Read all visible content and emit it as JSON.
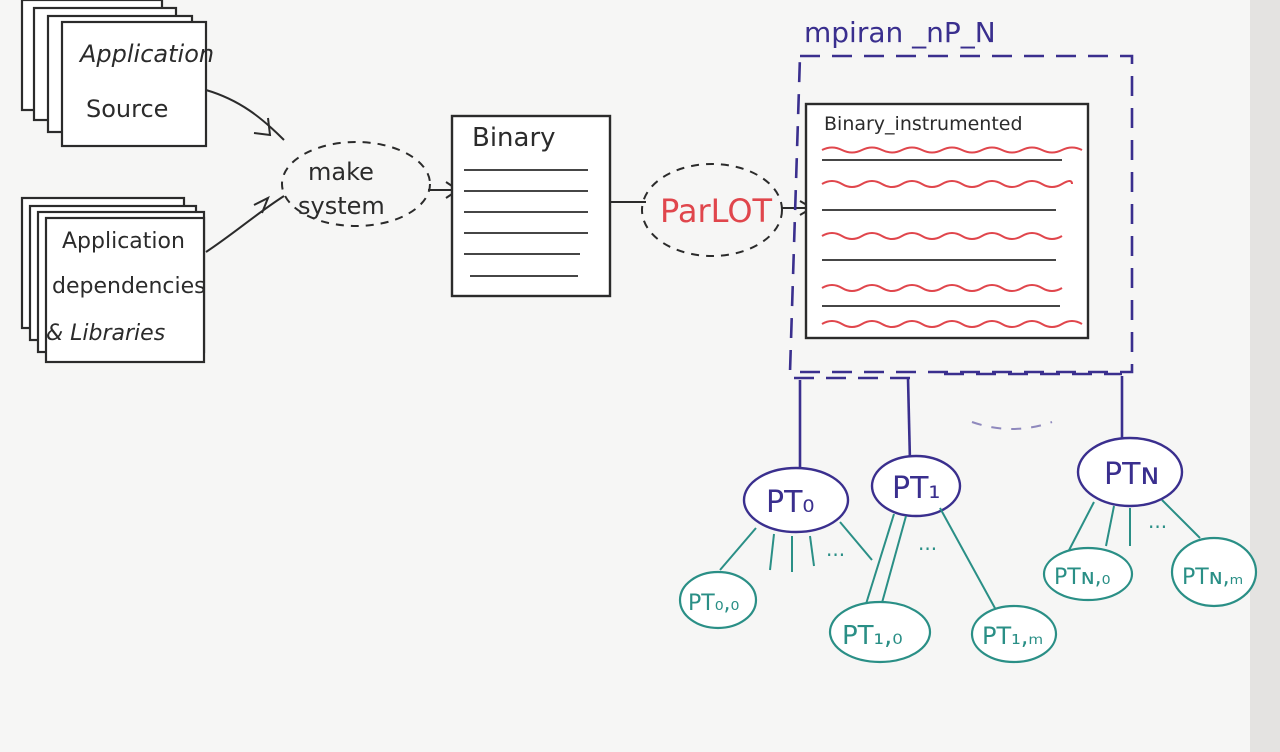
{
  "diagram": {
    "colors": {
      "paper": "#f7f7f6",
      "ink": "#2b2b2b",
      "red": "#e0464c",
      "blue": "#3a2f8e",
      "teal": "#2a8f86"
    },
    "nodes": {
      "app_source": {
        "lines": [
          "Application",
          "Source"
        ]
      },
      "app_deps": {
        "lines": [
          "Application",
          "dependencies",
          "& Libraries"
        ]
      },
      "make_system": {
        "lines": [
          "make",
          "system"
        ]
      },
      "binary": {
        "label": "Binary"
      },
      "parlot": {
        "label": "ParLOT"
      },
      "binary_instrumented": {
        "label": "Binary_instrumented"
      },
      "mpirun_label": "mpiran _nP_N"
    },
    "threads": {
      "pt0": "PT₀",
      "pt1": "PT₁",
      "ptN": "PTɴ",
      "pt00": "PT₀,₀",
      "pt10": "PT₁,₀",
      "pt1M": "PT₁,ₘ",
      "ptN0": "PTɴ,₀",
      "ptNM": "PTɴ,ₘ"
    },
    "ellipsis": "..."
  }
}
